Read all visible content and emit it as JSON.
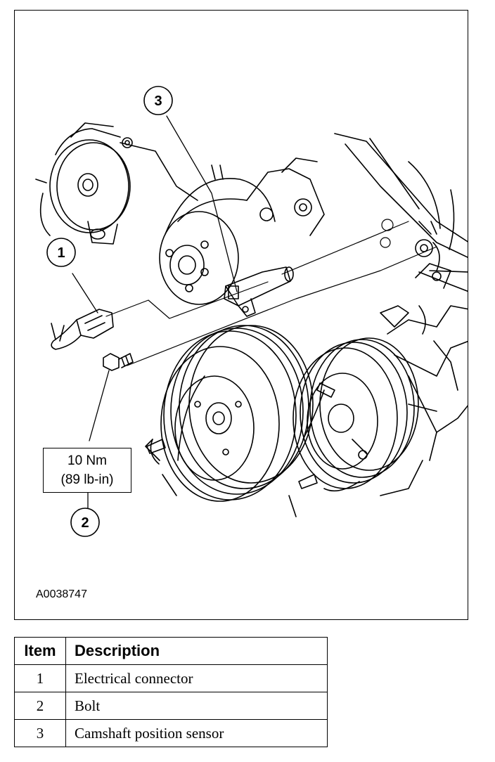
{
  "figure": {
    "id": "A0038747",
    "torque": {
      "line1": "10 Nm",
      "line2": "(89 lb-in)"
    },
    "callouts": [
      "1",
      "2",
      "3"
    ]
  },
  "table": {
    "headers": {
      "item": "Item",
      "description": "Description"
    },
    "rows": [
      {
        "item": "1",
        "description": "Electrical connector"
      },
      {
        "item": "2",
        "description": "Bolt"
      },
      {
        "item": "3",
        "description": "Camshaft position sensor"
      }
    ]
  }
}
